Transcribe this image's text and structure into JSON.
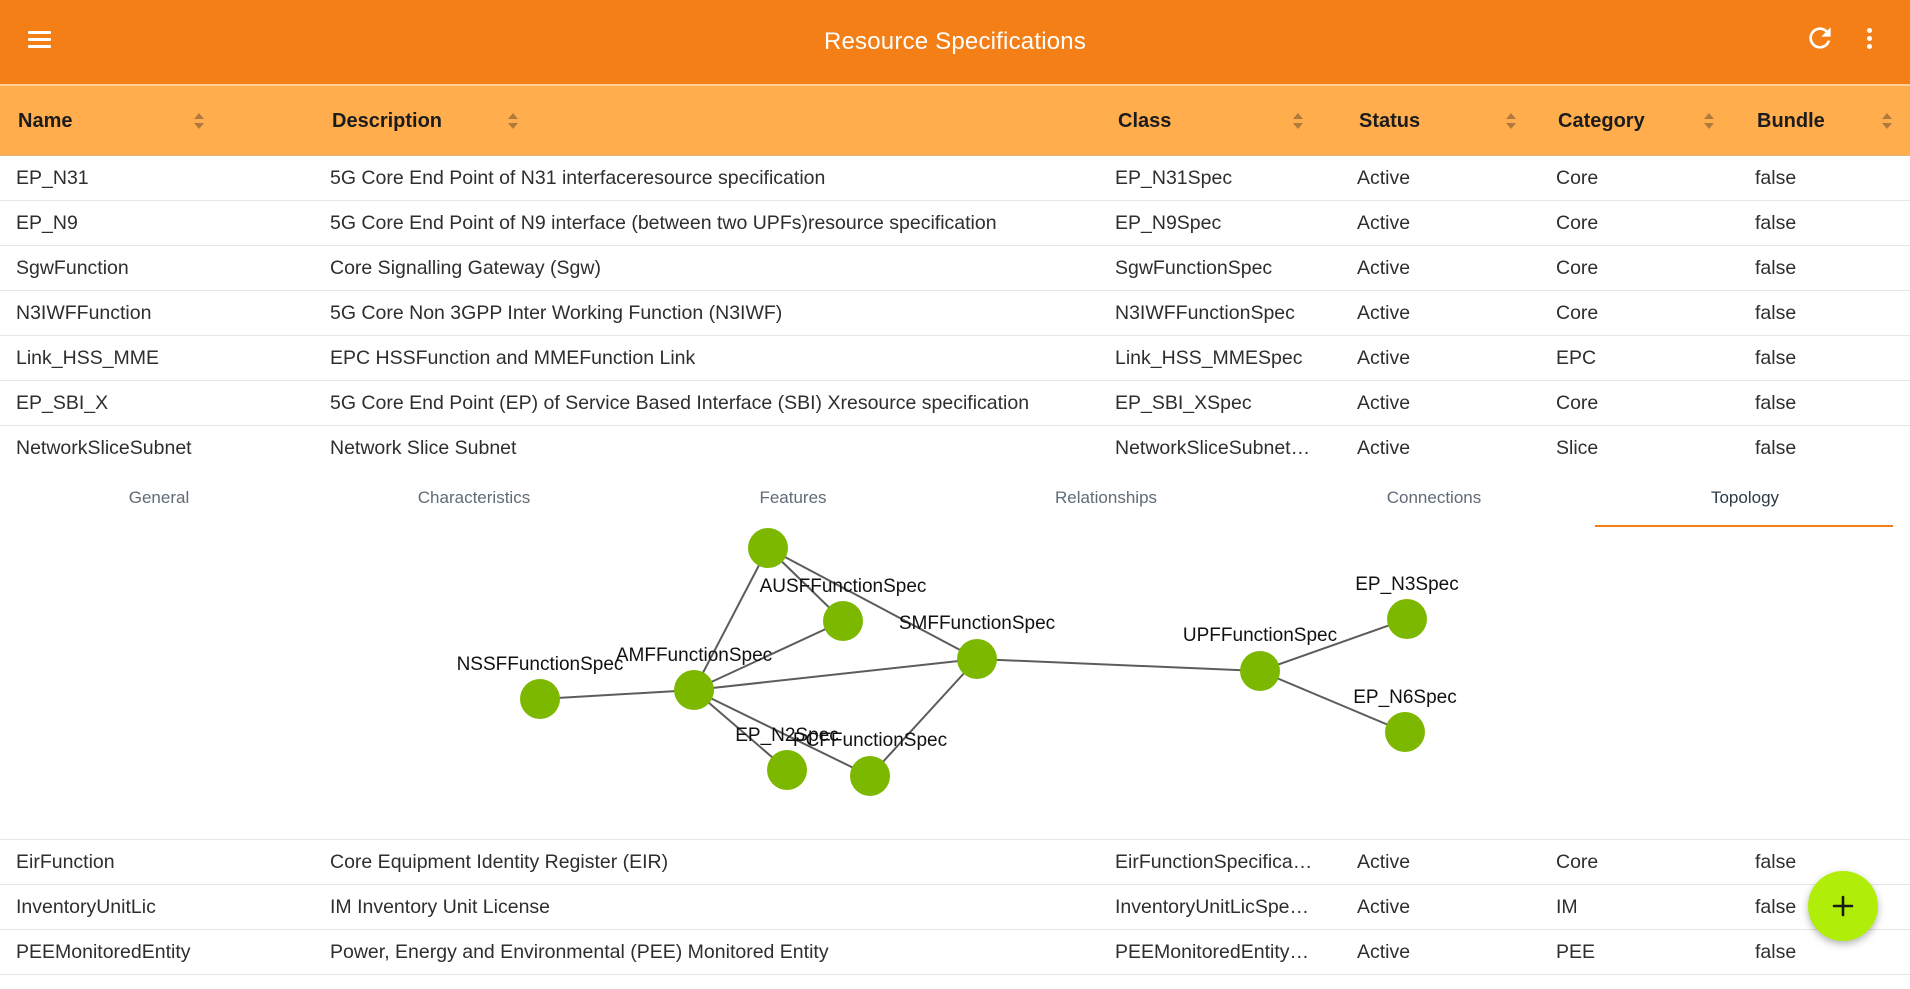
{
  "app": {
    "title": "Resource Specifications"
  },
  "icons": {
    "menu": "menu-icon",
    "refresh": "refresh-icon",
    "more": "more-vert-icon",
    "sort": "sort-icon",
    "add": "add-icon"
  },
  "colors": {
    "appbar": "#f57f17",
    "header": "#ffad4d",
    "node": "#7cb800",
    "edge": "#5c5c5c",
    "fab": "#b0ee0a",
    "tab_indicator": "#f57f17"
  },
  "table": {
    "columns": [
      "Name",
      "Description",
      "Class",
      "Status",
      "Category",
      "Bundle"
    ],
    "rows_top": [
      [
        "EP_N31",
        "5G Core End Point of N31 interfaceresource specification",
        "EP_N31Spec",
        "Active",
        "Core",
        "false"
      ],
      [
        "EP_N9",
        "5G Core End Point of N9 interface (between two UPFs)resource specification",
        "EP_N9Spec",
        "Active",
        "Core",
        "false"
      ],
      [
        "SgwFunction",
        "Core Signalling Gateway (Sgw)",
        "SgwFunctionSpec",
        "Active",
        "Core",
        "false"
      ],
      [
        "N3IWFFunction",
        "5G Core Non 3GPP Inter Working Function (N3IWF)",
        "N3IWFFunctionSpec",
        "Active",
        "Core",
        "false"
      ],
      [
        "Link_HSS_MME",
        "EPC HSSFunction and MMEFunction Link",
        "Link_HSS_MMESpec",
        "Active",
        "EPC",
        "false"
      ],
      [
        "EP_SBI_X",
        "5G Core End Point (EP) of Service Based Interface (SBI) Xresource specification",
        "EP_SBI_XSpec",
        "Active",
        "Core",
        "false"
      ],
      [
        "NetworkSliceSubnet",
        "Network Slice Subnet",
        "NetworkSliceSubnet…",
        "Active",
        "Slice",
        "false"
      ]
    ],
    "rows_bottom": [
      [
        "EirFunction",
        "Core Equipment Identity Register (EIR)",
        "EirFunctionSpecificat…",
        "Active",
        "Core",
        "false"
      ],
      [
        "InventoryUnitLic",
        "IM Inventory Unit License",
        "InventoryUnitLicSpec…",
        "Active",
        "IM",
        "false"
      ],
      [
        "PEEMonitoredEntity",
        "Power, Energy and Environmental (PEE) Monitored Entity",
        "PEEMonitoredEntityS…",
        "Active",
        "PEE",
        "false"
      ]
    ]
  },
  "detail": {
    "tabs": [
      "General",
      "Characteristics",
      "Features",
      "Relationships",
      "Connections",
      "Topology"
    ],
    "active_tab": "Topology"
  },
  "topology": {
    "nodes": [
      {
        "id": "top",
        "label": ""
      },
      {
        "id": "ausf",
        "label": "AUSFFunctionSpec"
      },
      {
        "id": "smf",
        "label": "SMFFunctionSpec"
      },
      {
        "id": "amf",
        "label": "AMFFunctionSpec"
      },
      {
        "id": "nssf",
        "label": "NSSFFunctionSpec"
      },
      {
        "id": "n2",
        "label": "EP_N2Spec"
      },
      {
        "id": "pcf",
        "label": "PCFFunctionSpec"
      },
      {
        "id": "upf",
        "label": "UPFFunctionSpec"
      },
      {
        "id": "n3",
        "label": "EP_N3Spec"
      },
      {
        "id": "n6",
        "label": "EP_N6Spec"
      }
    ],
    "edges": [
      [
        "top",
        "amf"
      ],
      [
        "top",
        "ausf"
      ],
      [
        "top",
        "smf"
      ],
      [
        "ausf",
        "amf"
      ],
      [
        "amf",
        "smf"
      ],
      [
        "nssf",
        "amf"
      ],
      [
        "amf",
        "n2"
      ],
      [
        "amf",
        "pcf"
      ],
      [
        "pcf",
        "smf"
      ],
      [
        "smf",
        "upf"
      ],
      [
        "upf",
        "n3"
      ],
      [
        "upf",
        "n6"
      ]
    ]
  }
}
